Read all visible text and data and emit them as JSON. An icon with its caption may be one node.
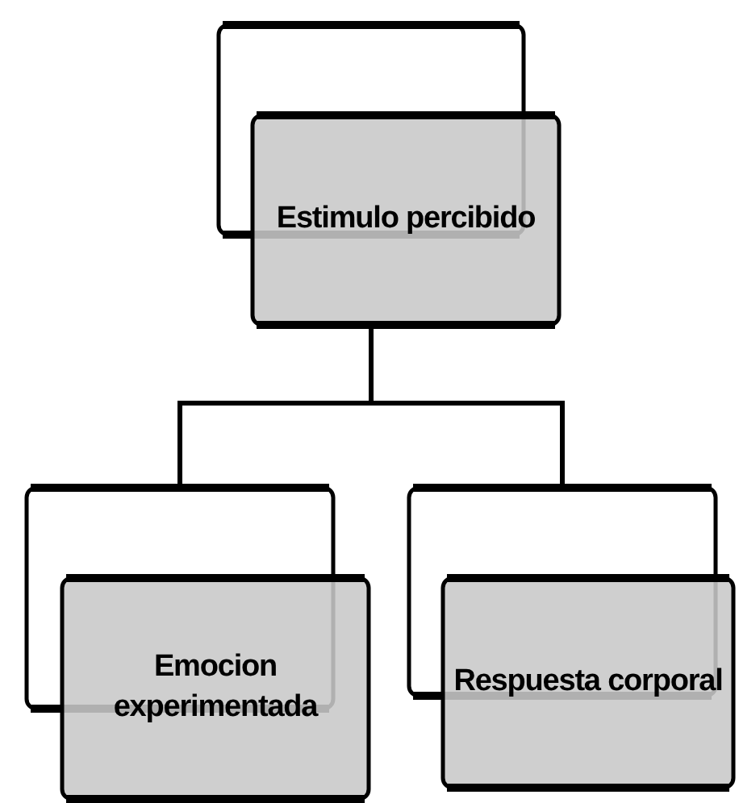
{
  "diagram": {
    "nodes": [
      {
        "text": [
          "Estimulo percibido"
        ]
      },
      {
        "text": [
          "Emocion experimentada"
        ]
      },
      {
        "text": [
          "Respuesta corporal"
        ]
      }
    ],
    "edges": [
      {
        "from": 0,
        "to": 1,
        "arrow": "none"
      },
      {
        "from": 0,
        "to": 2,
        "arrow": "none"
      }
    ]
  }
}
